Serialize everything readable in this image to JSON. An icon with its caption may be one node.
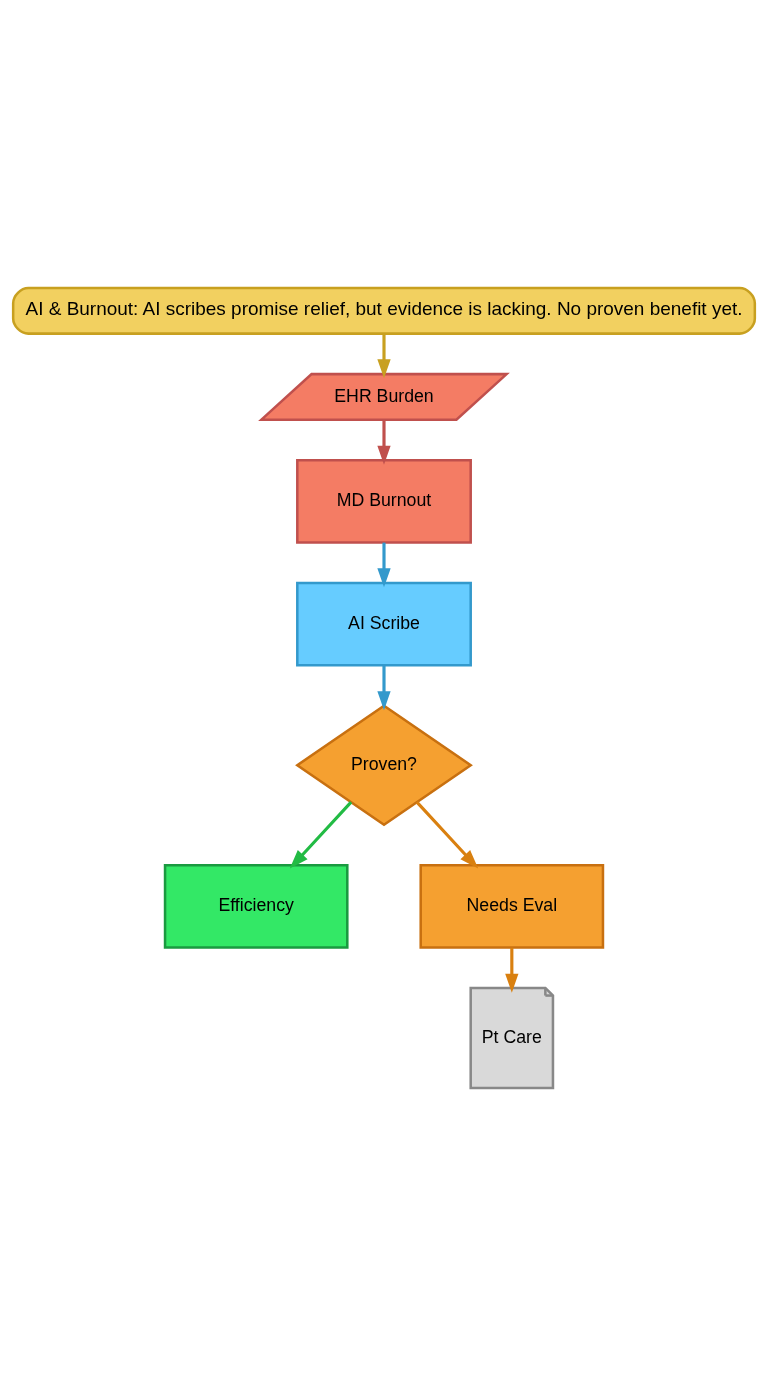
{
  "diagram": {
    "nodes": [
      {
        "text": [
          "AI & Burnout: AI scribes promise relief, but evidence is lacking. No proven benefit yet."
        ]
      },
      {
        "text": [
          "EHR Burden"
        ]
      },
      {
        "text": [
          "MD Burnout"
        ]
      },
      {
        "text": [
          "AI Scribe"
        ]
      },
      {
        "text": [
          "Proven?"
        ]
      },
      {
        "text": [
          "Efficiency"
        ]
      },
      {
        "text": [
          "Needs Eval"
        ]
      },
      {
        "text": [
          "Pt Care"
        ]
      }
    ],
    "edges": [
      {
        "from": 0,
        "to": 1,
        "arrow": "to",
        "color": "#c8a020"
      },
      {
        "from": 1,
        "to": 2,
        "arrow": "to",
        "color": "#c0504d"
      },
      {
        "from": 2,
        "to": 3,
        "arrow": "to",
        "color": "#3399cc"
      },
      {
        "from": 3,
        "to": 4,
        "arrow": "to",
        "color": "#3399cc"
      },
      {
        "from": 4,
        "to": 5,
        "arrow": "to",
        "color": "#22bb44"
      },
      {
        "from": 4,
        "to": 6,
        "arrow": "to",
        "color": "#d98010"
      },
      {
        "from": 6,
        "to": 7,
        "arrow": "to",
        "color": "#d98010"
      }
    ]
  }
}
